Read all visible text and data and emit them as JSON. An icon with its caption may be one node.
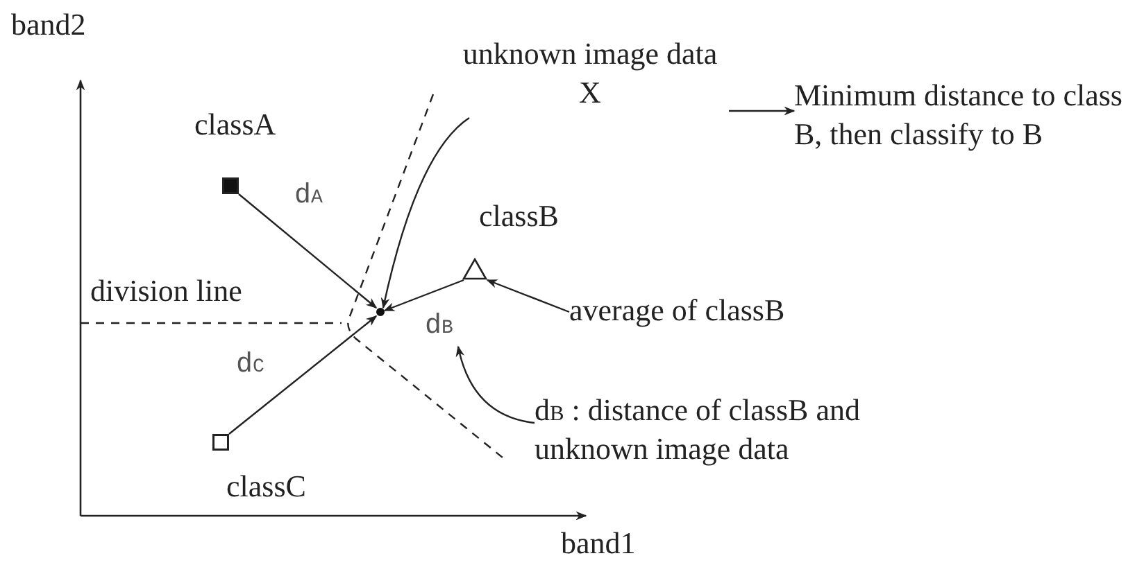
{
  "diagram": {
    "nodes": [
      {
        "text": [],
        "shape": "box",
        "beside": [
          "classA"
        ]
      },
      {
        "text": [],
        "shape": "triangle",
        "beside": [
          "classB"
        ]
      },
      {
        "text": [],
        "shape": "box",
        "beside": [
          "classC"
        ]
      },
      {
        "text": [],
        "shape": "circle"
      },
      {
        "text": [
          "unknown image data X"
        ]
      },
      {
        "text": [
          "Minimum distance to class B, then classify to B"
        ]
      },
      {
        "text": [
          "average of classB"
        ]
      },
      {
        "text": [
          "d$_{B}$ : distance of classB and unknown image data"
        ]
      }
    ],
    "edges": [
      {
        "from": 0,
        "to": 3,
        "arrow": "to",
        "label": "d$_{A}$"
      },
      {
        "from": 1,
        "to": 3,
        "arrow": "to",
        "label": "d$_{B}$"
      },
      {
        "from": 2,
        "to": 3,
        "arrow": "to",
        "label": "d$_{C}$"
      },
      {
        "from": 4,
        "to": 3,
        "arrow": "to"
      },
      {
        "from": 4,
        "to": 5,
        "arrow": "to"
      },
      {
        "from": 6,
        "to": 1,
        "arrow": "to"
      },
      {
        "from": 7,
        "to": null,
        "arrow": "to"
      }
    ],
    "labels": [
      "band2",
      "band1",
      "division line"
    ]
  }
}
